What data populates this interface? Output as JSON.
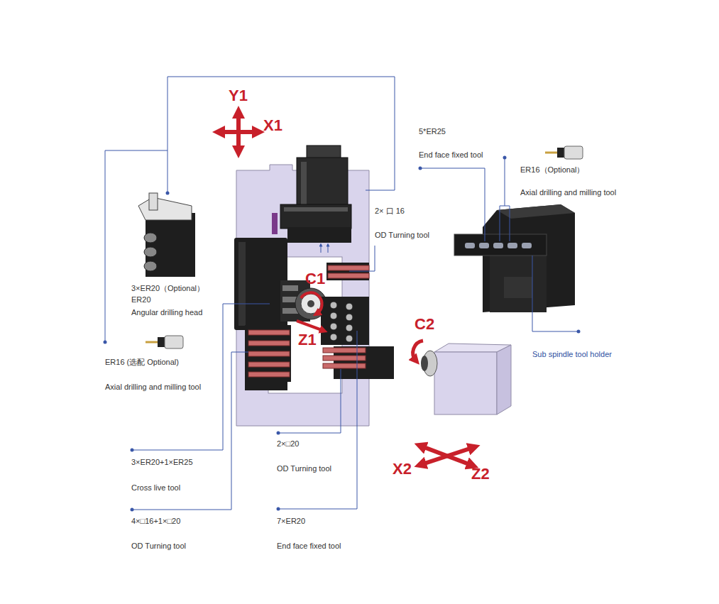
{
  "diagram": {
    "labels": [
      "Y1",
      "X1",
      "5*ER25",
      "End face fixed tool",
      "ER16（Optional）",
      "Axial drilling and milling tool",
      "2× 口 16",
      "OD Turning tool",
      "3×ER20（Optional）",
      "ER20",
      "Angular drilling head",
      "C1",
      "Z1",
      "C2",
      "Sub spindle tool holder",
      "ER16 (选配 Optional)",
      "Axial drilling and milling tool",
      "2×□20",
      "OD Turning tool",
      "X2",
      "Z2",
      "3×ER20+1×ER25",
      "Cross live tool",
      "4×□16+1×□20",
      "OD Turning tool",
      "7×ER20",
      "End face fixed tool"
    ]
  }
}
